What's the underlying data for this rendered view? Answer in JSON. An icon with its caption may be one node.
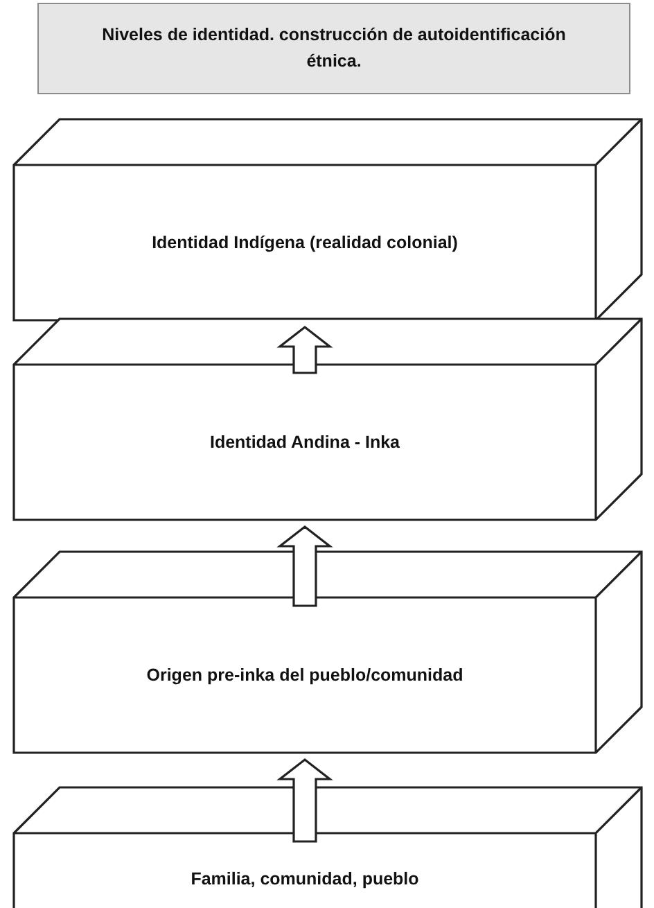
{
  "diagram": {
    "nodes": [
      {
        "text": [
          "Niveles de identidad. construcción de autoidentificación étnica."
        ]
      },
      {
        "text": [
          "Identidad Indígena (realidad colonial)"
        ]
      },
      {
        "text": [
          "Identidad Andina - Inka"
        ]
      },
      {
        "text": [
          "Origen pre-inka del pueblo/comunidad"
        ]
      },
      {
        "text": [
          "Familia, comunidad, pueblo"
        ]
      }
    ],
    "edges": [
      {
        "from": 2,
        "to": 1,
        "arrow": "to"
      },
      {
        "from": 3,
        "to": 2,
        "arrow": "to"
      },
      {
        "from": 4,
        "to": 3,
        "arrow": "to"
      }
    ]
  }
}
